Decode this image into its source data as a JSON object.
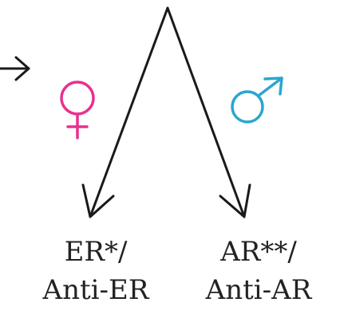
{
  "diagram": {
    "symbols": {
      "female": {
        "icon": "female-symbol-icon",
        "color": "#e8318f"
      },
      "male": {
        "icon": "male-symbol-icon",
        "color": "#2aa6cf"
      }
    },
    "arrow_color": "#1a1a1a",
    "labels": {
      "left": {
        "line1": "ER*/",
        "line2": "Anti-ER"
      },
      "right": {
        "line1": "AR**/",
        "line2": "Anti-AR"
      }
    }
  }
}
